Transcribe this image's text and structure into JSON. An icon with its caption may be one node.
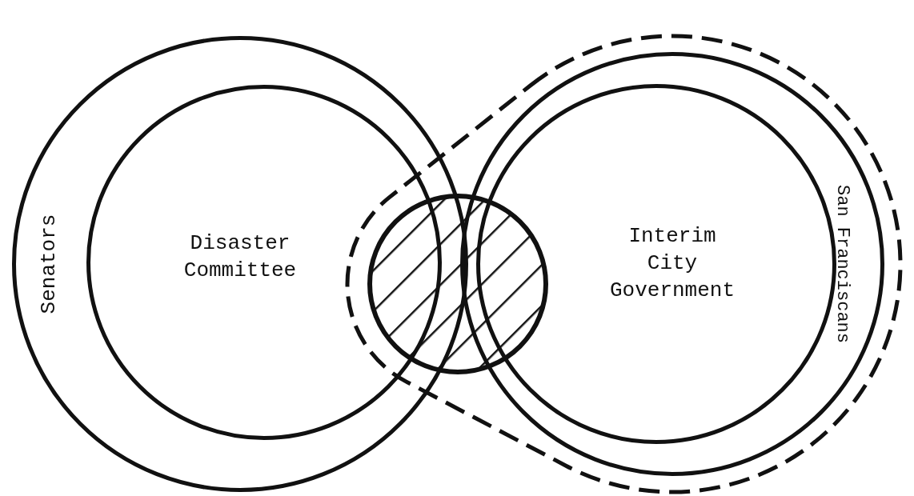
{
  "diagram": {
    "nodes": [
      {
        "text": [
          "Senators"
        ]
      },
      {
        "text": [
          "Disaster Committee"
        ],
        "in": 0
      },
      {
        "text": [],
        "shape": "teardrop"
      },
      {
        "text": [],
        "shape": "circle",
        "in": 2
      },
      {
        "text": [
          "San Franciscans"
        ],
        "in": 2
      },
      {
        "text": [
          "Interim City Government"
        ],
        "in": 4
      }
    ],
    "edges": []
  }
}
